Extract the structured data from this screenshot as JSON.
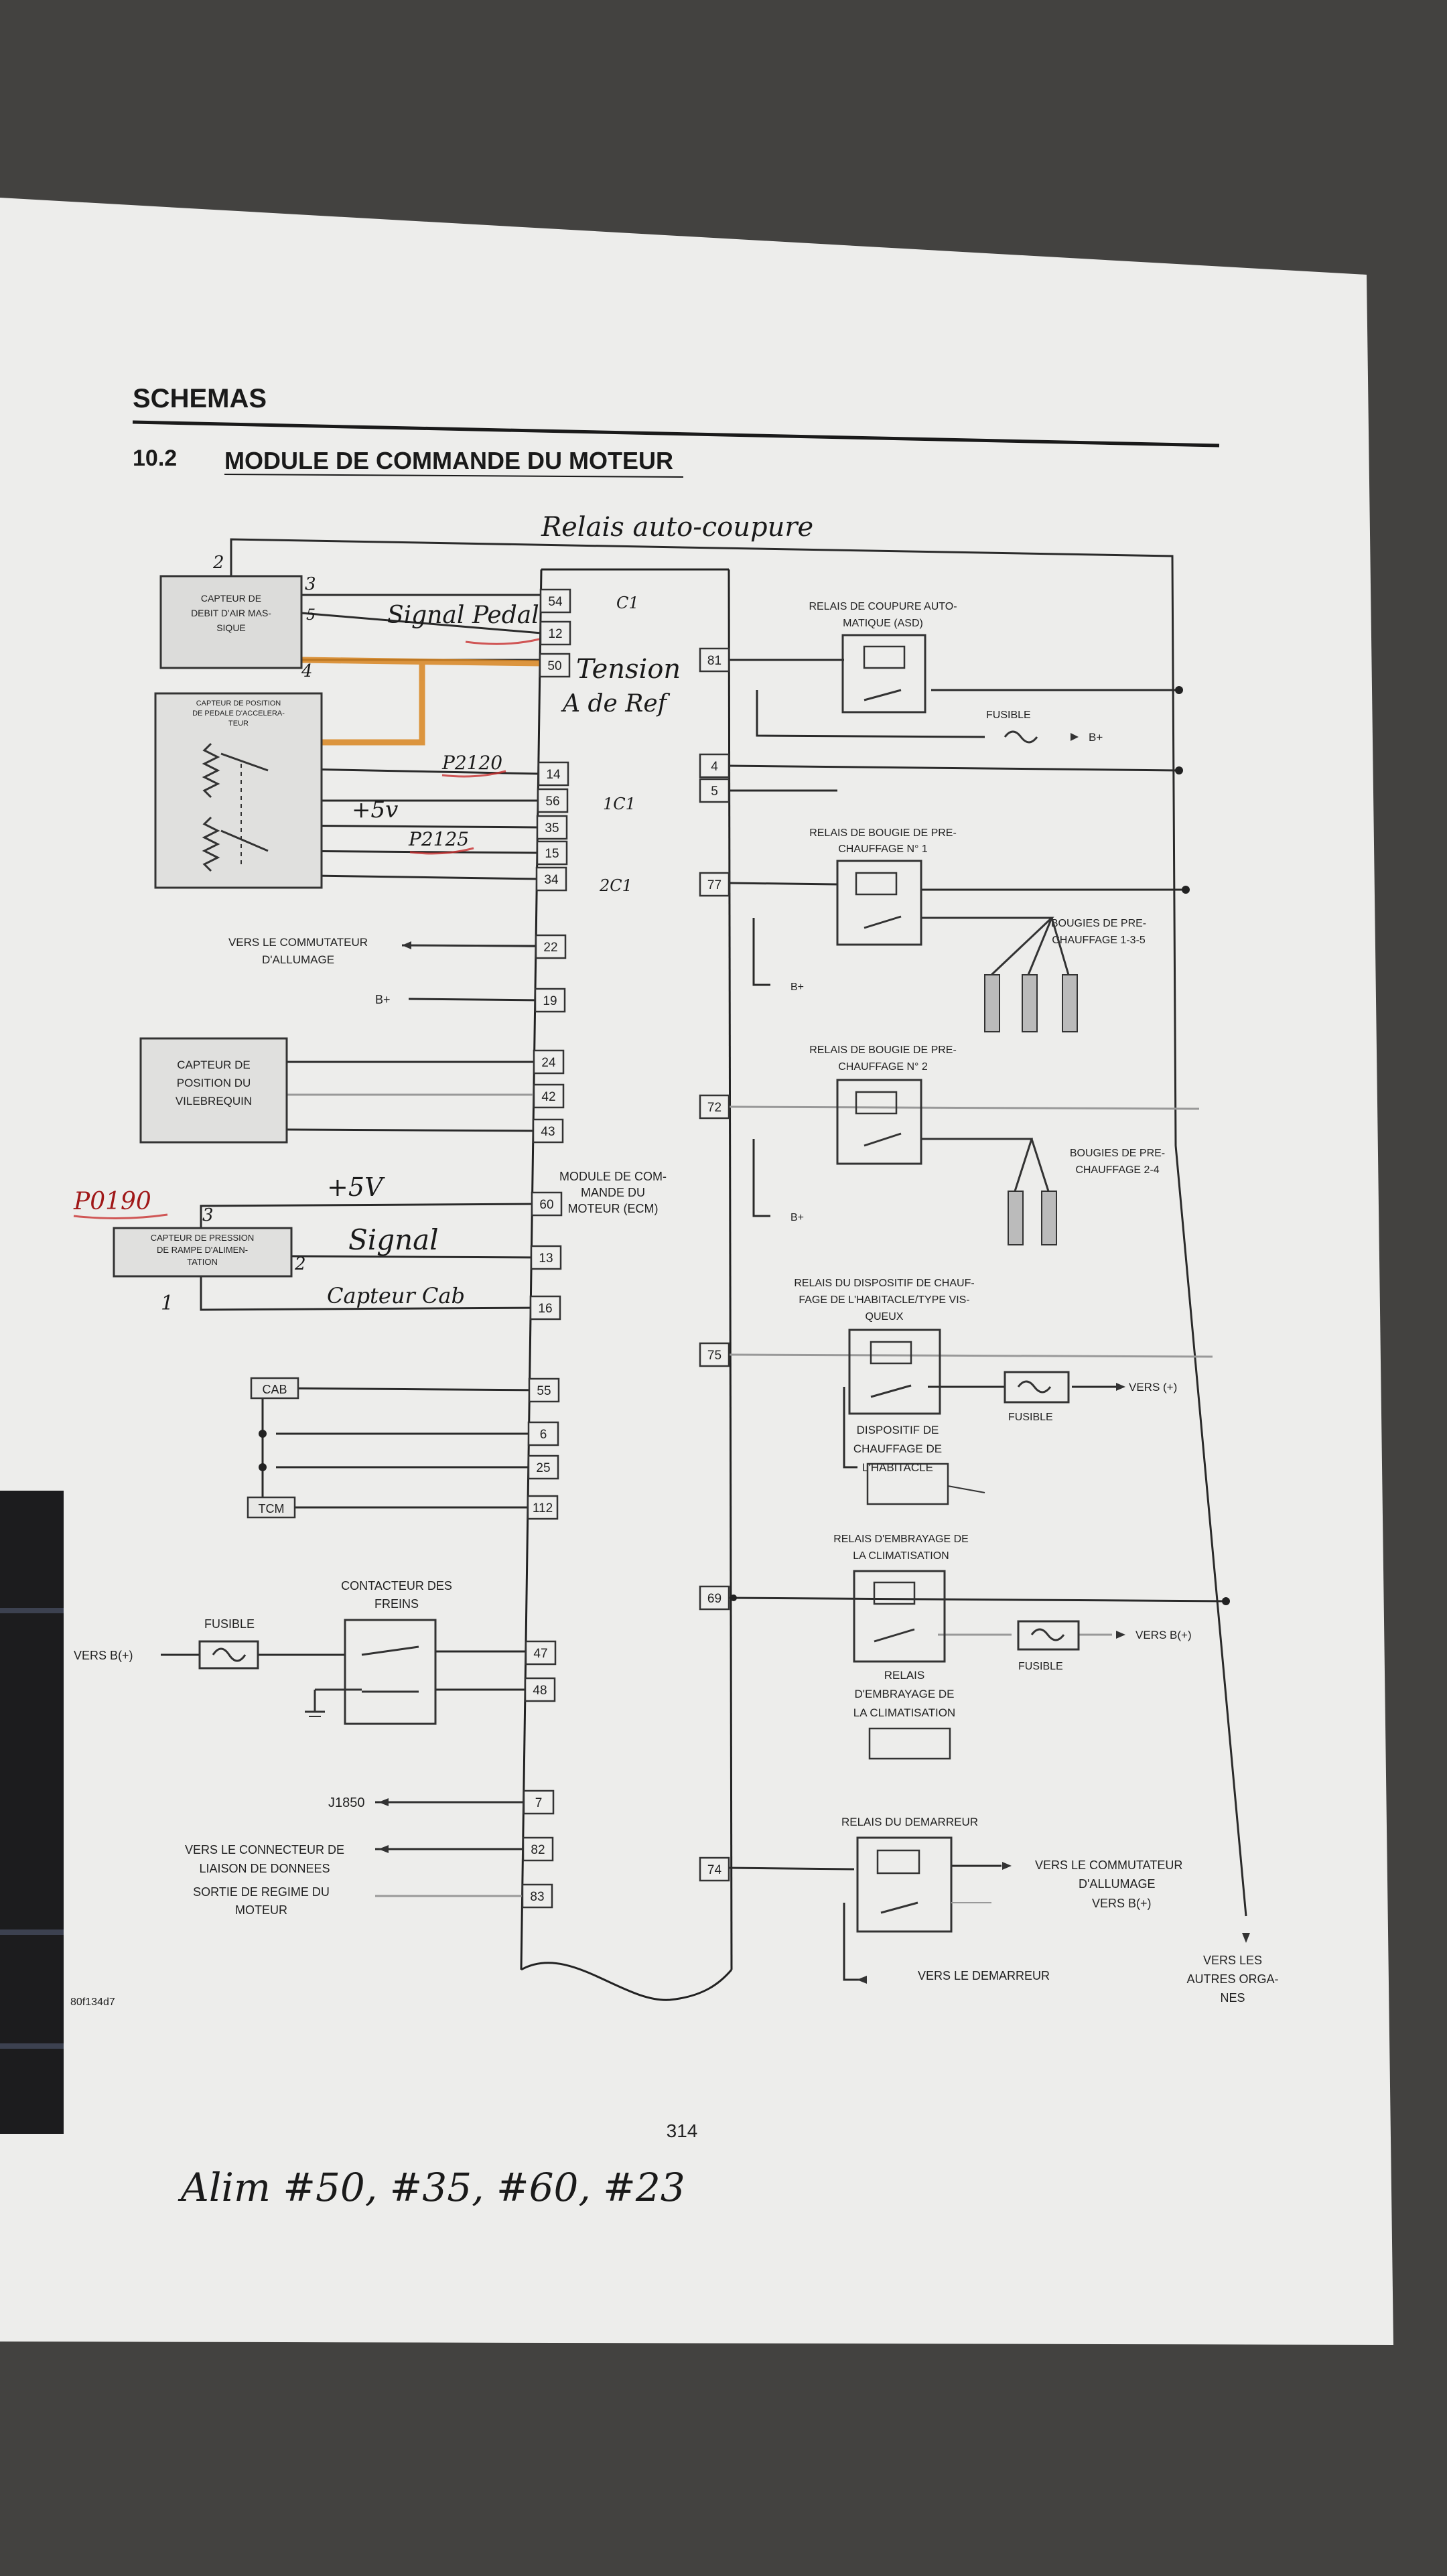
{
  "header": {
    "section": "SCHEMAS",
    "number": "10.2",
    "title": "MODULE DE COMMANDE DU MOTEUR"
  },
  "ecm": {
    "label": [
      "MODULE DE COM-",
      "MANDE DU",
      "MOTEUR (ECM)"
    ]
  },
  "pins_left": [
    "54",
    "12",
    "50",
    "14",
    "56",
    "35",
    "15",
    "34",
    "22",
    "19",
    "24",
    "42",
    "43",
    "60",
    "13",
    "16",
    "55",
    "6",
    "25",
    "112",
    "47",
    "48",
    "7",
    "82",
    "83"
  ],
  "pins_right": [
    "81",
    "4",
    "5",
    "77",
    "72",
    "75",
    "69",
    "74"
  ],
  "components_left": {
    "maf": [
      "CAPTEUR DE",
      "DEBIT D'AIR MAS-",
      "SIQUE"
    ],
    "pedal": [
      "CAPTEUR DE POSITION",
      "DE PEDALE D'ACCELERA-",
      "TEUR"
    ],
    "ignition_switch": [
      "VERS LE COMMUTATEUR",
      "D'ALLUMAGE"
    ],
    "bplus": "B+",
    "crank": [
      "CAPTEUR DE",
      "POSITION DU",
      "VILEBREQUIN"
    ],
    "rail_pressure": [
      "CAPTEUR DE PRESSION",
      "DE RAMPE D'ALIMEN-",
      "TATION"
    ],
    "cab": "CAB",
    "tcm": "TCM",
    "brake_switch": [
      "CONTACTEUR DES",
      "FREINS"
    ],
    "fuse": "FUSIBLE",
    "vers_bplus": "VERS B(+)",
    "j1850": "J1850",
    "dlc": [
      "VERS LE CONNECTEUR DE",
      "LIAISON DE DONNEES"
    ],
    "rpm_out": [
      "SORTIE DE REGIME DU",
      "MOTEUR"
    ],
    "ref": "80f134d7"
  },
  "components_right": {
    "asd": [
      "RELAIS DE COUPURE AUTO-",
      "MATIQUE (ASD)"
    ],
    "fuse": "FUSIBLE",
    "bplus": "B+",
    "glow1": [
      "RELAIS DE BOUGIE DE PRE-",
      "CHAUFFAGE N° 1"
    ],
    "plugs135": [
      "BOUGIES DE PRE-",
      "CHAUFFAGE 1-3-5"
    ],
    "glow2": [
      "RELAIS DE BOUGIE DE PRE-",
      "CHAUFFAGE N° 2"
    ],
    "plugs24": [
      "BOUGIES DE PRE-",
      "CHAUFFAGE 2-4"
    ],
    "cabin_heater_relay": [
      "RELAIS DU DISPOSITIF DE CHAUF-",
      "FAGE DE L'HABITACLE/TYPE VIS-",
      "QUEUX"
    ],
    "vers_plus": "VERS (+)",
    "cabin_heater": [
      "DISPOSITIF DE",
      "CHAUFFAGE DE",
      "L'HABITACLE"
    ],
    "ac_clutch_relay": [
      "RELAIS D'EMBRAYAGE DE",
      "LA CLIMATISATION"
    ],
    "vers_bplus": "VERS B(+)",
    "ac_clutch": [
      "RELAIS",
      "D'EMBRAYAGE DE",
      "LA CLIMATISATION"
    ],
    "starter_relay": "RELAIS DU DEMARREUR",
    "ignition_switch": [
      "VERS LE COMMUTATEUR",
      "D'ALLUMAGE"
    ],
    "vers_bplus2": "VERS B(+)",
    "starter": "VERS LE DEMARREUR",
    "other": [
      "VERS LES",
      "AUTRES ORGA-",
      "NES"
    ]
  },
  "page_number": "314",
  "handwritten": {
    "top": "Relais auto-coupure",
    "c1": "C1",
    "signal_pedal": "Signal Pedal",
    "tension_ref": [
      "Tension",
      "A de Ref"
    ],
    "p2120": "P2120",
    "plus5v": "+5v",
    "p2125": "P2125",
    "c1c": "1C1",
    "c2c": "2C1",
    "p0190": "P0190",
    "plus5v2": "+5V",
    "signal": "Signal",
    "capteur_cab": "Capteur Cab",
    "n3": "3",
    "n2": "2",
    "n1": "1",
    "n2_top": "2",
    "n3_top": "3",
    "n4": "4",
    "n5": "5",
    "bottom": "Alim #50, #35, #60, #23"
  }
}
